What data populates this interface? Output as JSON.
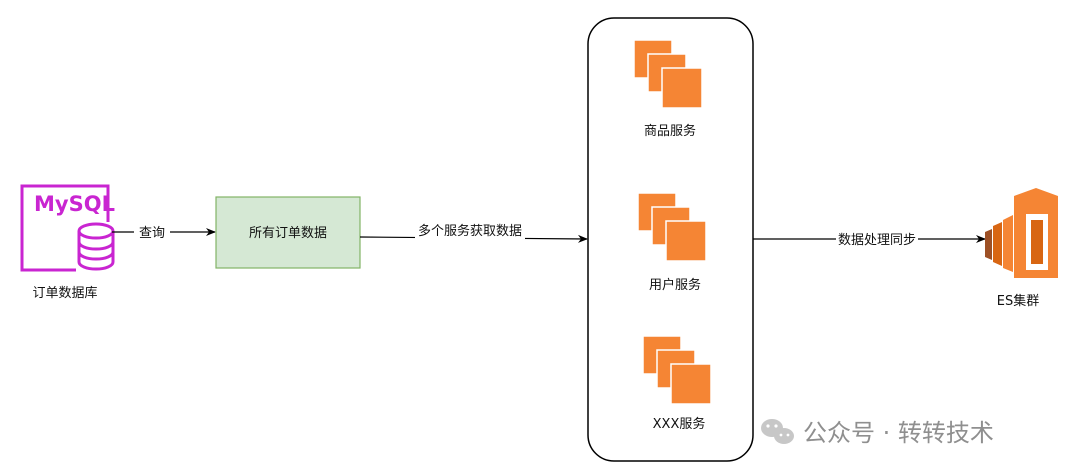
{
  "nodes": {
    "mysql": {
      "logo_text": "MySQL",
      "label": "订单数据库",
      "color": "#c925d1"
    },
    "order_data": {
      "label": "所有订单数据",
      "fill": "#d5e8d4",
      "stroke": "#82b366"
    },
    "services": [
      {
        "label": "商品服务",
        "icon": "stacked-service-icon"
      },
      {
        "label": "用户服务",
        "icon": "stacked-service-icon"
      },
      {
        "label": "XXX服务",
        "icon": "stacked-service-icon"
      }
    ],
    "es": {
      "label": "ES集群",
      "icon": "elasticsearch-cluster-icon"
    }
  },
  "edges": [
    {
      "label": "查询"
    },
    {
      "label": "多个服务获取数据"
    },
    {
      "label": "数据处理同步"
    }
  ],
  "colors": {
    "service_orange": "#f58534",
    "service_dark": "#9d5025",
    "arrow": "#000000"
  },
  "watermark": {
    "text": "公众号 · 转转技术",
    "icon": "wechat-icon"
  }
}
